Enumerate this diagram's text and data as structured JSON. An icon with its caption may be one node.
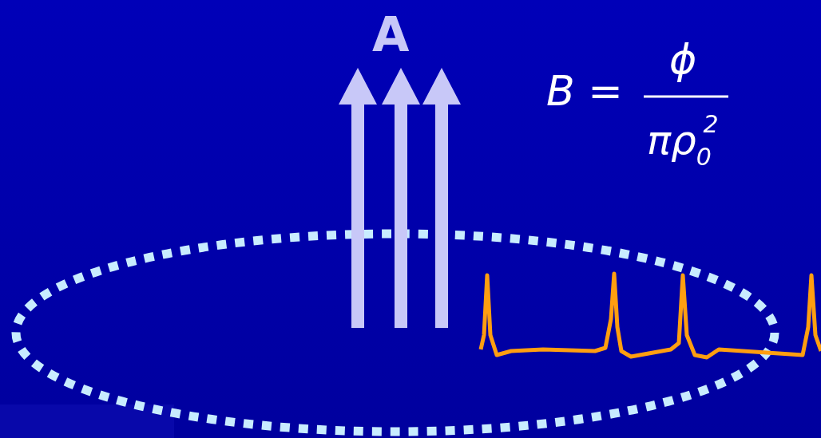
{
  "diagram": {
    "labels": [
      "A",
      "B =",
      "ϕ",
      "πρ$_{0}$$^{2}$"
    ]
  }
}
